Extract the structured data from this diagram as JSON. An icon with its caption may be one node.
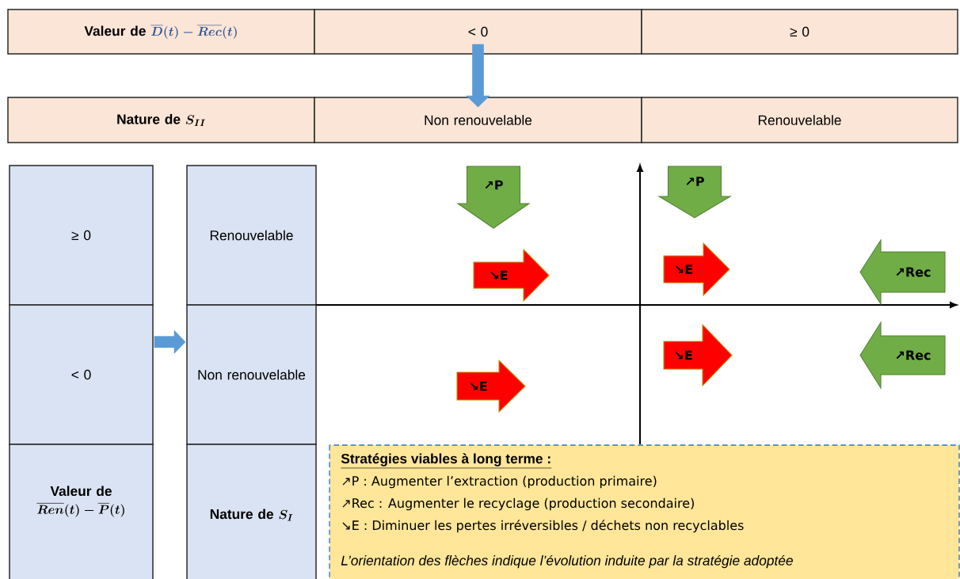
{
  "diagram": {
    "nodes": [
      {
        "text": [
          "Valeur de",
          "\\boldsymbol{\\overline{D}(t)-\\overline{Rec}(t)}"
        ]
      },
      {
        "text": [
          "< 0"
        ]
      },
      {
        "text": [
          "≥ 0"
        ]
      },
      {
        "text": [
          "Nature de",
          "\\boldsymbol{S_{II}}"
        ]
      },
      {
        "text": [
          "Non renouvelable"
        ]
      },
      {
        "text": [
          "Renouvelable"
        ]
      },
      {
        "text": [
          "≥ 0"
        ]
      },
      {
        "text": [
          "Renouvelable"
        ]
      },
      {
        "text": [
          "< 0"
        ]
      },
      {
        "text": [
          "Non renouvelable"
        ]
      },
      {
        "text": [
          "Valeur de",
          "\\boldsymbol{\\overline{Ren}(t)-\\overline{P}(t)}"
        ]
      },
      {
        "text": [
          "Nature de",
          "\\boldsymbol{S_{I}}"
        ]
      },
      {
        "text": [
          "↗P"
        ]
      },
      {
        "text": [
          "↗P"
        ]
      },
      {
        "text": [
          "↘E"
        ]
      },
      {
        "text": [
          "↘E"
        ]
      },
      {
        "text": [
          "↗Rec"
        ]
      },
      {
        "text": [
          "↘E"
        ]
      },
      {
        "text": [
          "↗Rec"
        ]
      },
      {
        "text": [
          "↘E"
        ]
      },
      {
        "text": [
          "Stratégies viables à long terme :",
          "↗P : Augmenter l’extraction (production primaire)",
          "↗Rec : Augmenter le recyclage (production secondaire)",
          "↘E : Diminuer les pertes irréversibles / déchets non recyclables",
          "L’orientation des flèches indique l’évolution induite par la stratégie adoptée"
        ]
      }
    ],
    "edges": [
      {
        "from": 1,
        "to": 4,
        "arrow": "to"
      },
      {
        "from": 8,
        "to": 9,
        "arrow": "to"
      }
    ]
  }
}
